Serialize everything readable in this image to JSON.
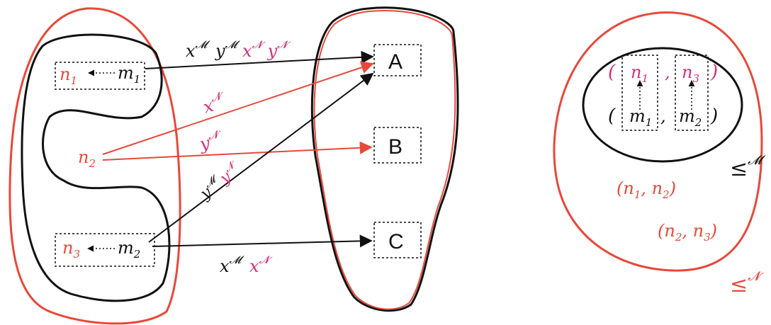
{
  "colors": {
    "black": "#111111",
    "red": "#e8483a",
    "magenta": "#d6307a"
  },
  "nodes": {
    "n1": "n",
    "n1_sub": "1",
    "m1": "m",
    "m1_sub": "1",
    "n2": "n",
    "n2_sub": "2",
    "n3": "n",
    "n3_sub": "3",
    "m2": "m",
    "m2_sub": "2"
  },
  "targets": {
    "a": "A",
    "b": "B",
    "c": "C"
  },
  "edge_labels": {
    "top_x": "x",
    "top_y": "y",
    "top_x2": "x",
    "top_y2": "y",
    "sup_m": "𝓜",
    "sup_n": "𝓝",
    "red_x": "x",
    "red_y": "y",
    "diag_y": "y",
    "diag_y2": "y",
    "bottom_x": "x",
    "bottom_x2": "x"
  },
  "orders": {
    "open_paren": "(",
    "close_paren": ")",
    "comma": ",",
    "leq": "≤",
    "pair1": "(n",
    "pair1_sub1": "1",
    "pair1_mid": ", n",
    "pair1_sub2": "2",
    "pair1_end": ")",
    "pair2": "(n",
    "pair2_sub1": "2",
    "pair2_mid": ", n",
    "pair2_sub2": "3",
    "pair2_end": ")"
  }
}
